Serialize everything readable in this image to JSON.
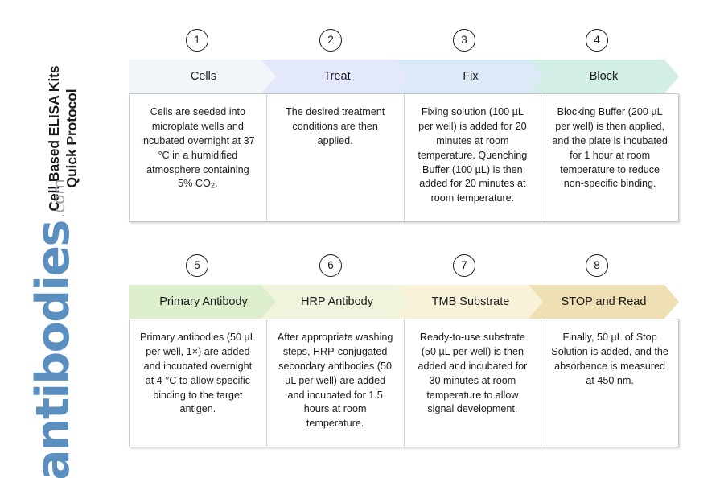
{
  "title": {
    "line1": "Cell Based ELISA Kits",
    "line2": "Quick Protocol"
  },
  "logo": {
    "name": "antibodies",
    "tld": ".com",
    "brand_color": "#5b8fc0",
    "tld_color": "#9aa1a8"
  },
  "chart_data": {
    "type": "diagram",
    "title": "Cell Based ELISA Kits Quick Protocol",
    "layout": "two-row horizontal chevron process flow, 4 steps per row",
    "steps": [
      {
        "number": "1",
        "label": "Cells",
        "description": "Cells are seeded into microplate wells and incubated overnight at 37 °C in a humidified atmosphere containing 5% CO2.",
        "description_pre_sub": "Cells are seeded into microplate wells and incubated overnight at 37 °C in a humidified atmosphere containing 5% CO",
        "description_sub": "2",
        "description_post_sub": ".",
        "fill": "#f2f6fb",
        "stroke": "#5b85b0"
      },
      {
        "number": "2",
        "label": "Treat",
        "description": "The desired treatment conditions are then applied.",
        "fill": "#e3e8fa",
        "stroke": "#5b6fb0"
      },
      {
        "number": "3",
        "label": "Fix",
        "description": "Fixing solution (100 µL per well) is added for 20 minutes at room temperature. Quenching Buffer (100 µL) is then added for 20 minutes at room temperature.",
        "fill": "#dce9f7",
        "stroke": "#3f6d94"
      },
      {
        "number": "4",
        "label": "Block",
        "description": "Blocking Buffer (200 µL per well) is then applied, and the plate is incubated for 1 hour at room temperature to reduce non-specific binding.",
        "fill": "#d3eee7",
        "stroke": "#3f7a72"
      },
      {
        "number": "5",
        "label": "Primary Antibody",
        "description": "Primary antibodies (50 µL per well, 1×) are added and incubated overnight at 4 °C to allow specific binding to the target antigen.",
        "fill": "#ddeecd",
        "stroke": "#4a7a2e"
      },
      {
        "number": "6",
        "label": "HRP Antibody",
        "description": "After appropriate washing steps, HRP-conjugated secondary antibodies (50 µL per well) are added and incubated for 1.5 hours at room temperature.",
        "fill": "#f1f4dc",
        "stroke": "#7d8a2e"
      },
      {
        "number": "7",
        "label": "TMB Substrate",
        "description": "Ready-to-use substrate (50 µL per well) is then added and incubated for 30 minutes at room temperature to allow signal development.",
        "fill": "#f7f2d8",
        "stroke": "#9a7f2e"
      },
      {
        "number": "8",
        "label": "STOP and Read",
        "description": "Finally, 50 µL of Stop Solution is added, and the absorbance is measured at 450 nm.",
        "fill": "#eedfb4",
        "stroke": "#9a7f2e"
      }
    ]
  }
}
